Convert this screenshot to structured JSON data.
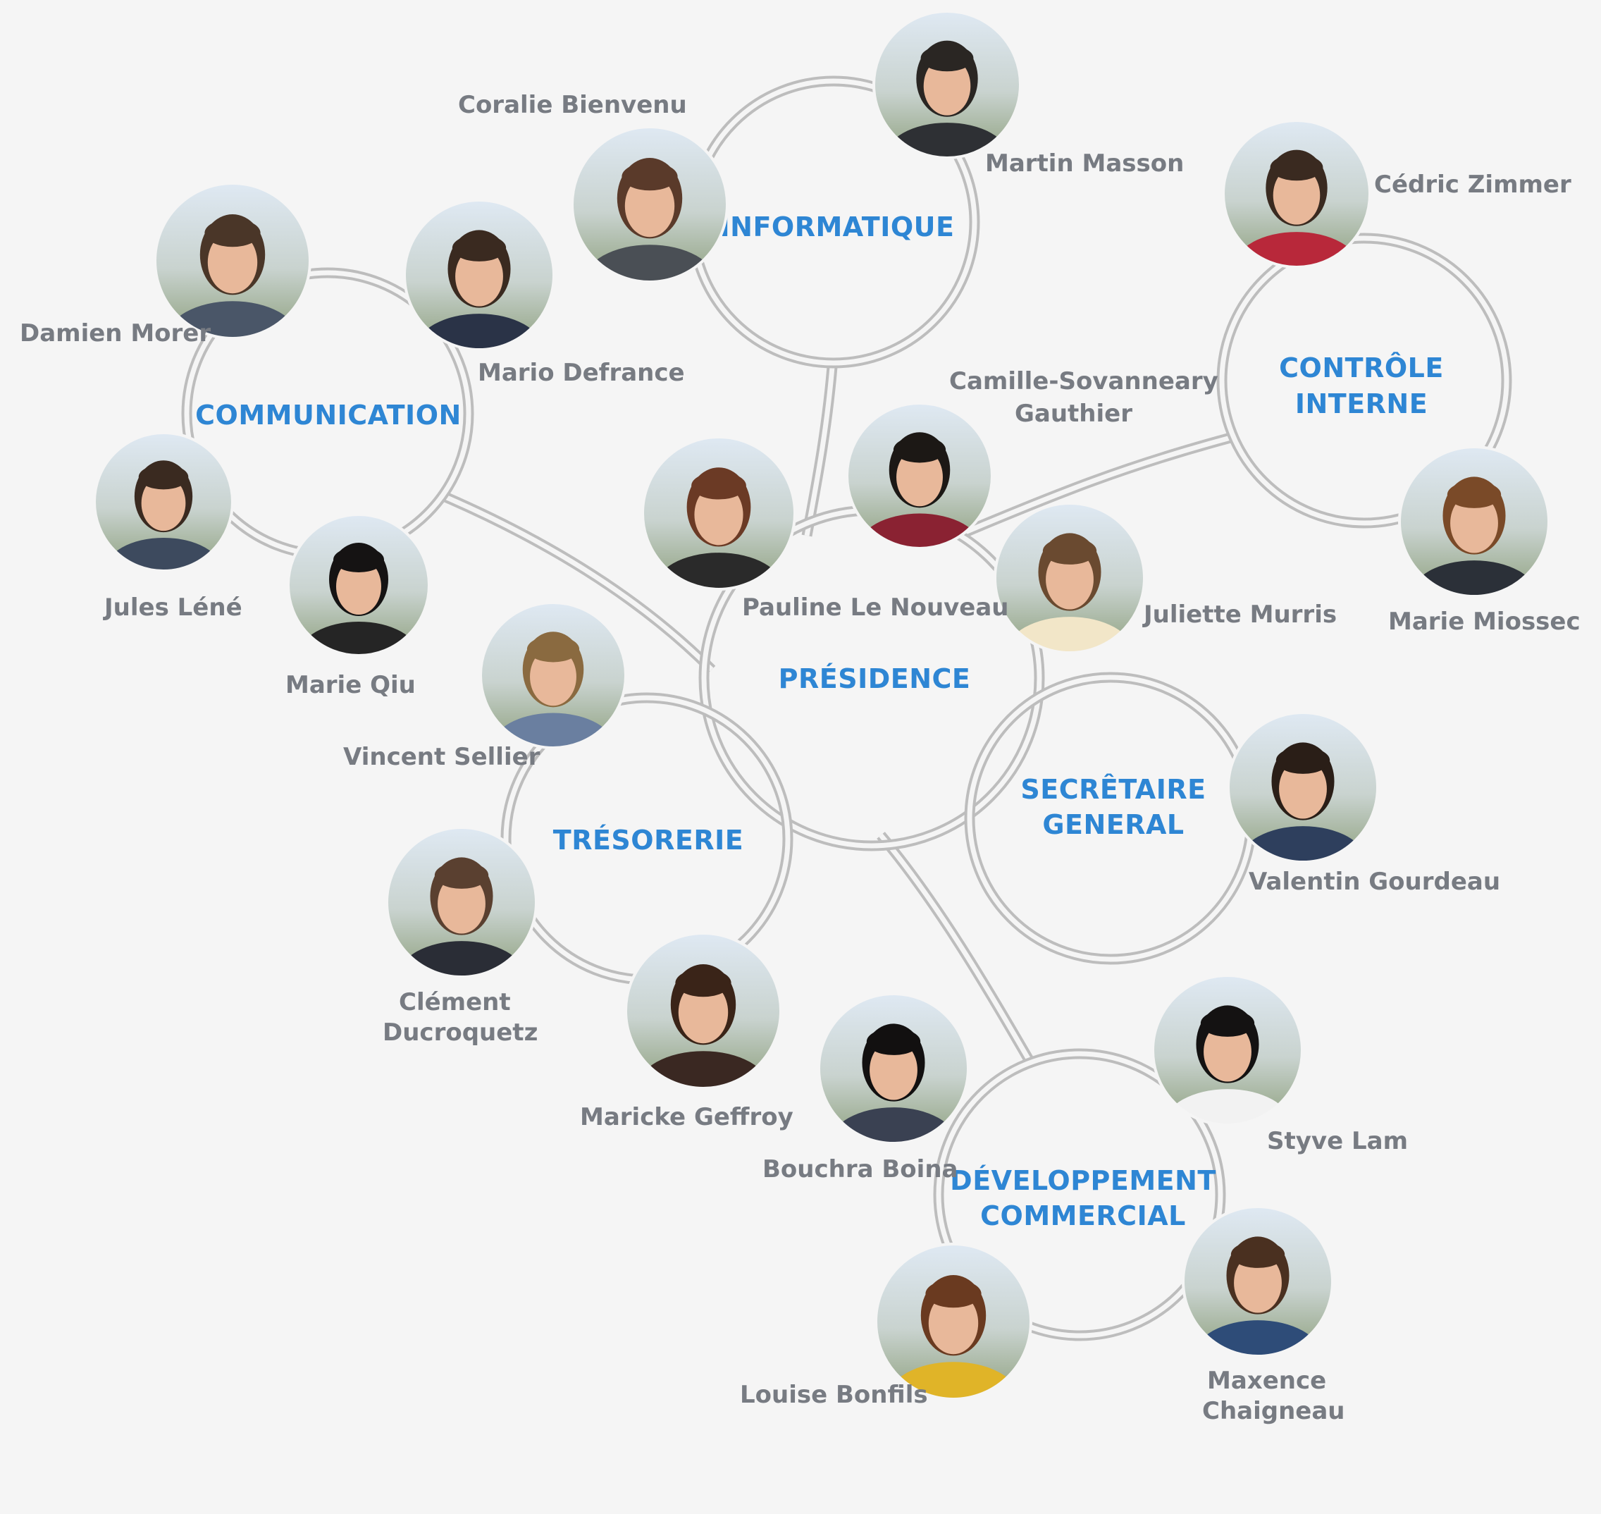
{
  "departments": {
    "informatique": "INFORMATIQUE",
    "communication": "COMMUNICATION",
    "controle": [
      "CONTRÔLE",
      "INTERNE"
    ],
    "presidence": "PRÉSIDENCE",
    "secretaire": [
      "SECRÊTAIRE",
      "GENERAL"
    ],
    "tresorerie": "TRÉSORERIE",
    "developpement": [
      "DÉVELOPPEMENT",
      "COMMERCIAL"
    ]
  },
  "people": {
    "coralie": "Coralie Bienvenu",
    "martin": "Martin Masson",
    "cedric": "Cédric Zimmer",
    "damien": "Damien Morer",
    "mario": "Mario Defrance",
    "camille": [
      "Camille-Sovanneary",
      "Gauthier"
    ],
    "jules": "Jules Léné",
    "marie_qiu": "Marie Qiu",
    "pauline": "Pauline Le Nouveau",
    "juliette": "Juliette Murris",
    "marie_miossec": "Marie Miossec",
    "vincent": "Vincent Sellier",
    "valentin": "Valentin Gourdeau",
    "clement": [
      "Clément",
      "Ducroquetz"
    ],
    "maricke": "Maricke Geffroy",
    "bouchra": "Bouchra Boina",
    "styve": "Styve Lam",
    "louise": "Louise Bonfils",
    "maxence": [
      "Maxence",
      "Chaigneau"
    ]
  },
  "colors": {
    "background": "#f5f5f5",
    "ring": "#bdbdbd",
    "department_label": "#2e86d4",
    "name_label": "#777b82"
  }
}
